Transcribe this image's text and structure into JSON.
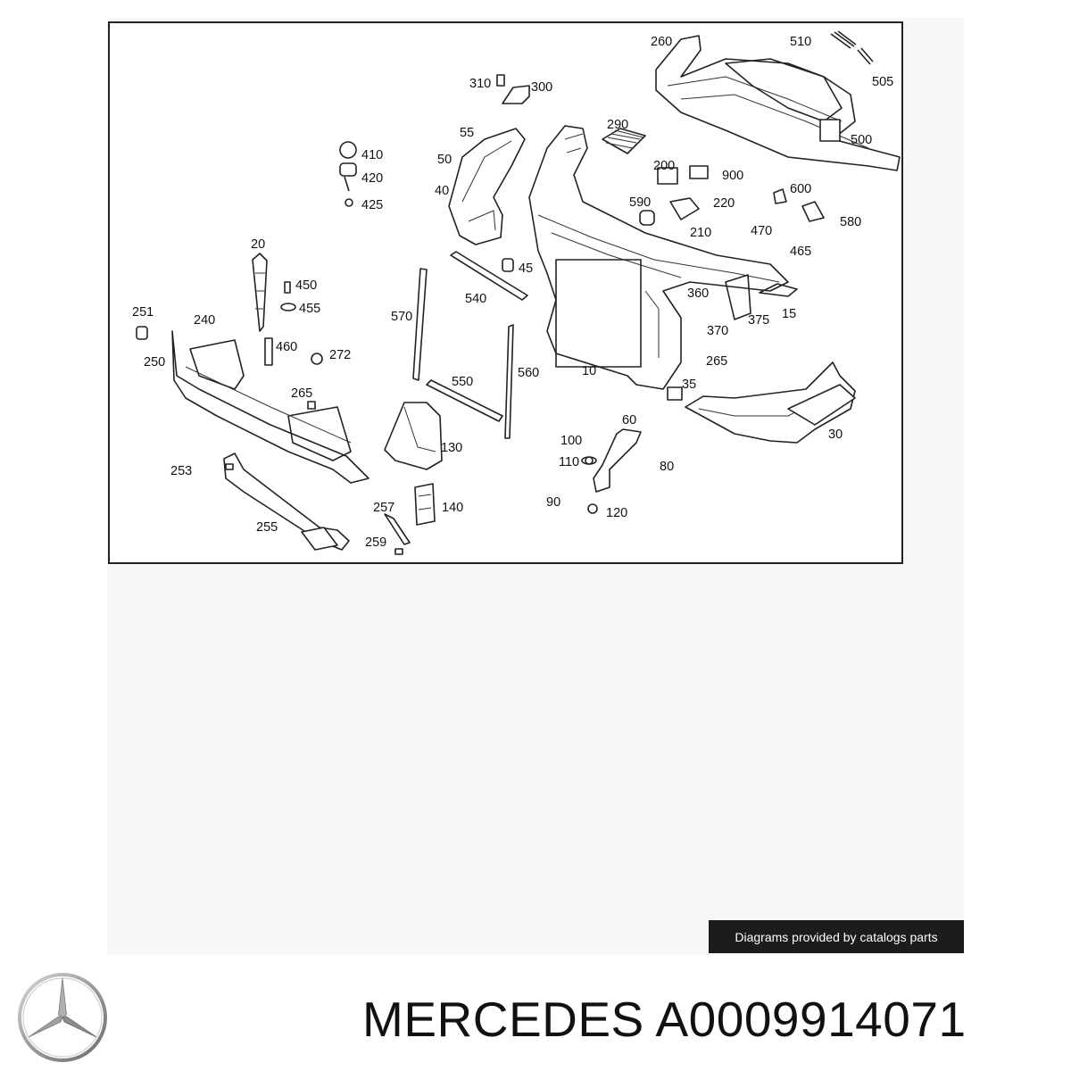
{
  "diagram": {
    "callouts": [
      "260",
      "510",
      "505",
      "310",
      "300",
      "500",
      "290",
      "55",
      "410",
      "50",
      "200",
      "900",
      "420",
      "220",
      "600",
      "40",
      "425",
      "590",
      "580",
      "210",
      "470",
      "465",
      "20",
      "45",
      "450",
      "540",
      "455",
      "360",
      "251",
      "240",
      "570",
      "375",
      "15",
      "460",
      "272",
      "370",
      "250",
      "265",
      "35",
      "265",
      "550",
      "560",
      "10",
      "60",
      "30",
      "130",
      "100",
      "253",
      "110",
      "80",
      "257",
      "140",
      "90",
      "120",
      "255",
      "259"
    ]
  },
  "caption": "Diagrams provided by catalogs parts",
  "footer": {
    "title": "MERCEDES A0009914071"
  }
}
